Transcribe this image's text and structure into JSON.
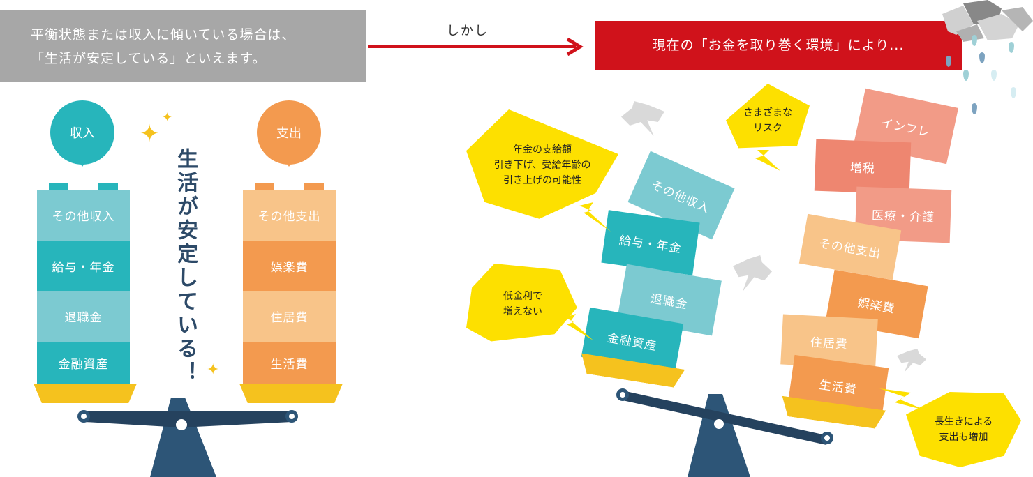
{
  "header": {
    "left_line1": "平衡状態または収入に傾いている場合は、",
    "left_line2": "「生活が安定している」といえます。",
    "connector": "しかし",
    "right": "現在の「お金を取り巻く環境」により..."
  },
  "left_scale": {
    "income_label": "収入",
    "expense_label": "支出",
    "income_blocks": [
      "その他収入",
      "給与・年金",
      "退職金",
      "金融資産"
    ],
    "expense_blocks": [
      "その他支出",
      "娯楽費",
      "住居費",
      "生活費"
    ],
    "message": "生活が安定している！"
  },
  "right_scale": {
    "income_blocks": [
      "その他収入",
      "給与・年金",
      "退職金",
      "金融資産"
    ],
    "expense_blocks": [
      "インフレ",
      "増税",
      "医療・介護",
      "その他支出",
      "娯楽費",
      "住居費",
      "生活費"
    ],
    "bubbles": {
      "pension": [
        "年金の支給額",
        "引き下げ、受給年齢の",
        "引き上げの可能性"
      ],
      "risk": [
        "さまざまな",
        "リスク"
      ],
      "interest": [
        "低金利で",
        "増えない"
      ],
      "longevity": [
        "長生きによる",
        "支出も増加"
      ]
    }
  },
  "colors": {
    "teal": "#27b5bb",
    "orange": "#f39a4f",
    "red": "#d0121b",
    "navy": "#2d4a68",
    "yellow": "#fde000"
  }
}
